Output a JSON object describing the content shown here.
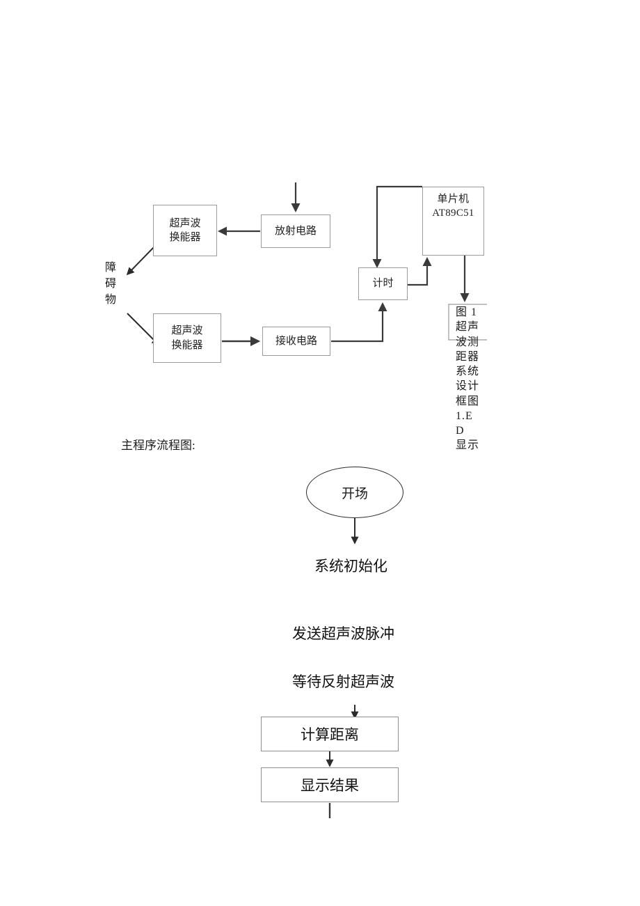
{
  "document": {
    "section_label": "主程序流程图:"
  },
  "block_diagram": {
    "caption_vertical": [
      "图 1",
      "超声",
      "波测",
      "距器",
      "系统",
      "设计",
      "框图",
      "1.E",
      "D",
      "显示"
    ],
    "obstacle_label": [
      "障",
      "碍",
      "物"
    ],
    "nodes": {
      "transducer_tx": {
        "line1": "超声波",
        "line2": "换能器"
      },
      "transducer_rx": {
        "line1": "超声波",
        "line2": "换能器"
      },
      "emit_circuit": {
        "line1": "放射电路"
      },
      "receive_circuit": {
        "line1": "接收电路"
      },
      "timer": {
        "line1": "计时"
      },
      "mcu": {
        "line1": "单片机",
        "line2": "AT89C51"
      }
    }
  },
  "flowchart": {
    "start": "开场",
    "steps": [
      "系统初始化",
      "发送超声波脉冲",
      "等待反射超声波",
      "计算距离",
      "显示结果"
    ]
  },
  "colors": {
    "line": "#3a3a3a",
    "box_border": "#9a9a9a",
    "text": "#1c1c1c",
    "background": "#ffffff"
  }
}
